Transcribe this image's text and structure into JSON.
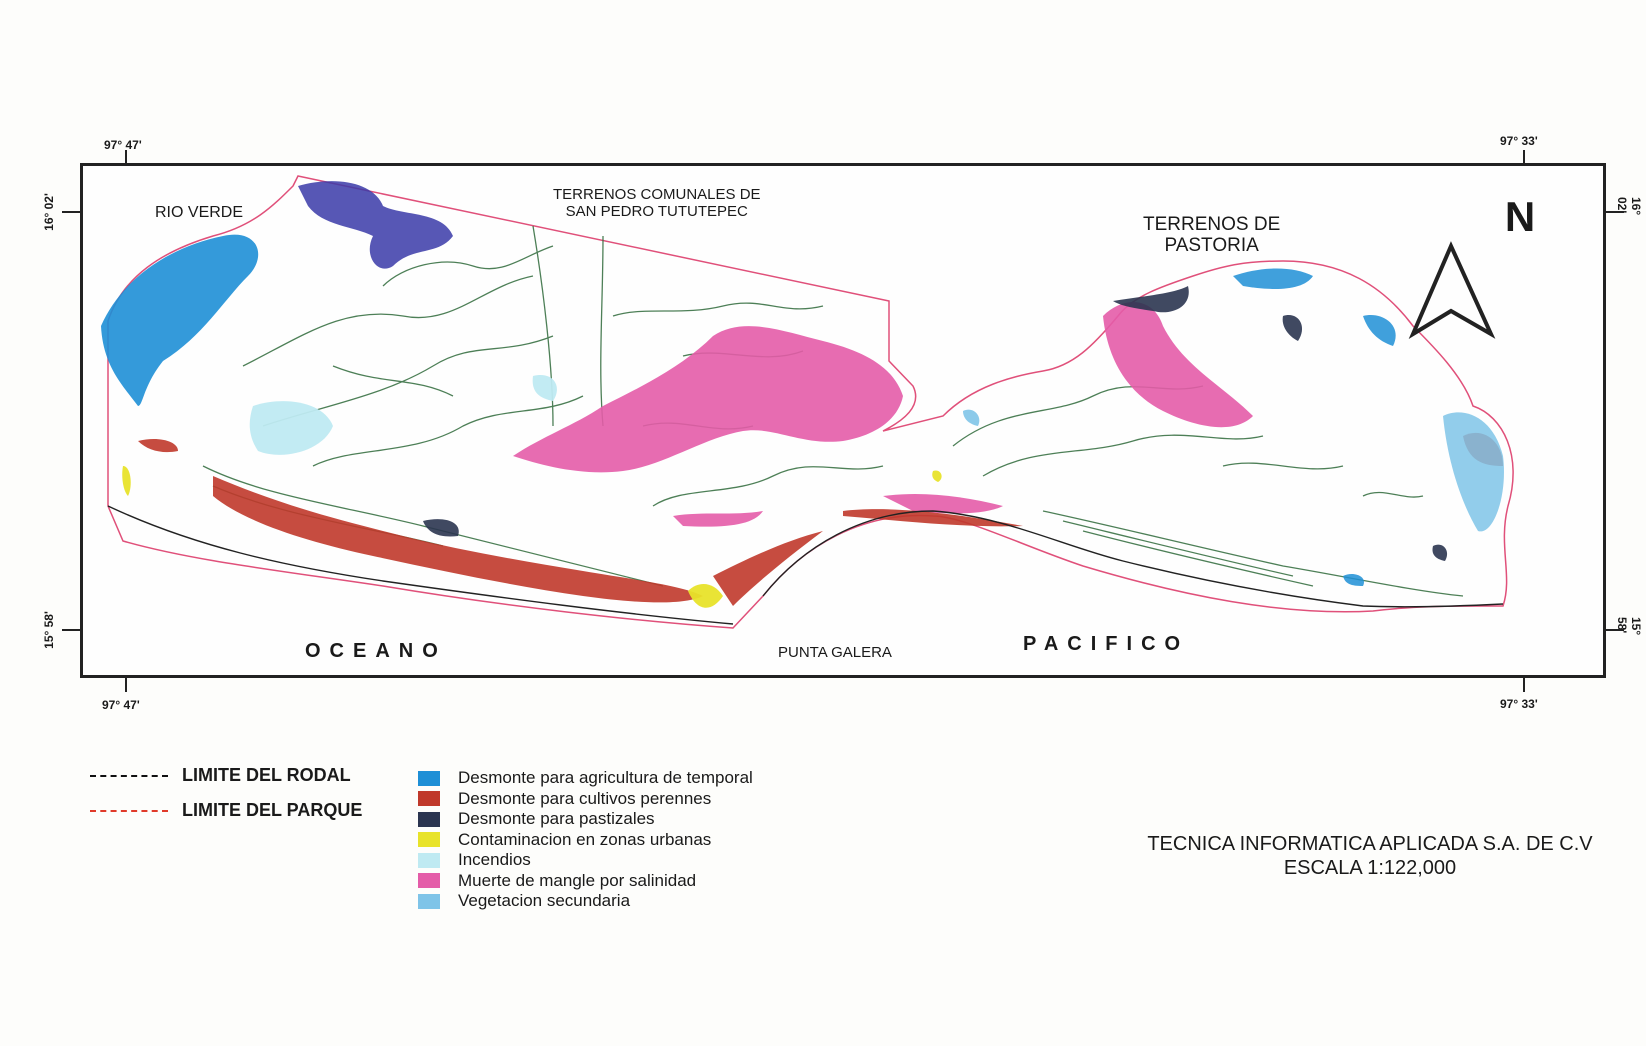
{
  "coords": {
    "top_left": "97° 47'",
    "top_right": "97° 33'",
    "bottom_left": "97° 47'",
    "bottom_right": "97° 33'",
    "left_top": "16° 02'",
    "left_bottom": "15° 58'",
    "right_top": "16° 02'",
    "right_bottom": "15° 58'"
  },
  "map_labels": {
    "rio_verde": "RIO VERDE",
    "terrenos_comunales_1": "TERRENOS COMUNALES DE",
    "terrenos_comunales_2": "SAN PEDRO TUTUTEPEC",
    "terrenos_pastoria_1": "TERRENOS DE",
    "terrenos_pastoria_2": "PASTORIA",
    "oceano": "OCEANO",
    "pacifico": "PACIFICO",
    "punta_galera": "PUNTA GALERA",
    "north": "N"
  },
  "legend_lines": [
    {
      "label": "LIMITE DEL RODAL",
      "color": "#111111"
    },
    {
      "label": "LIMITE DEL PARQUE",
      "color": "#e03a2a"
    }
  ],
  "legend_categories": [
    {
      "label": "Desmonte para agricultura de temporal",
      "color": "#1e8fd6"
    },
    {
      "label": "Desmonte para cultivos perennes",
      "color": "#c0392b"
    },
    {
      "label": "Desmonte para pastizales",
      "color": "#2b3550"
    },
    {
      "label": "Contaminacion en zonas urbanas",
      "color": "#e8e32a"
    },
    {
      "label": "Incendios",
      "color": "#bfeaf2"
    },
    {
      "label": "Muerte de mangle por salinidad",
      "color": "#e45ca8"
    },
    {
      "label": "Vegetacion secundaria",
      "color": "#7fc4e8"
    }
  ],
  "credits": {
    "line1": "TECNICA INFORMATICA APLICADA S.A. DE C.V",
    "line2": "ESCALA 1:122,000"
  }
}
